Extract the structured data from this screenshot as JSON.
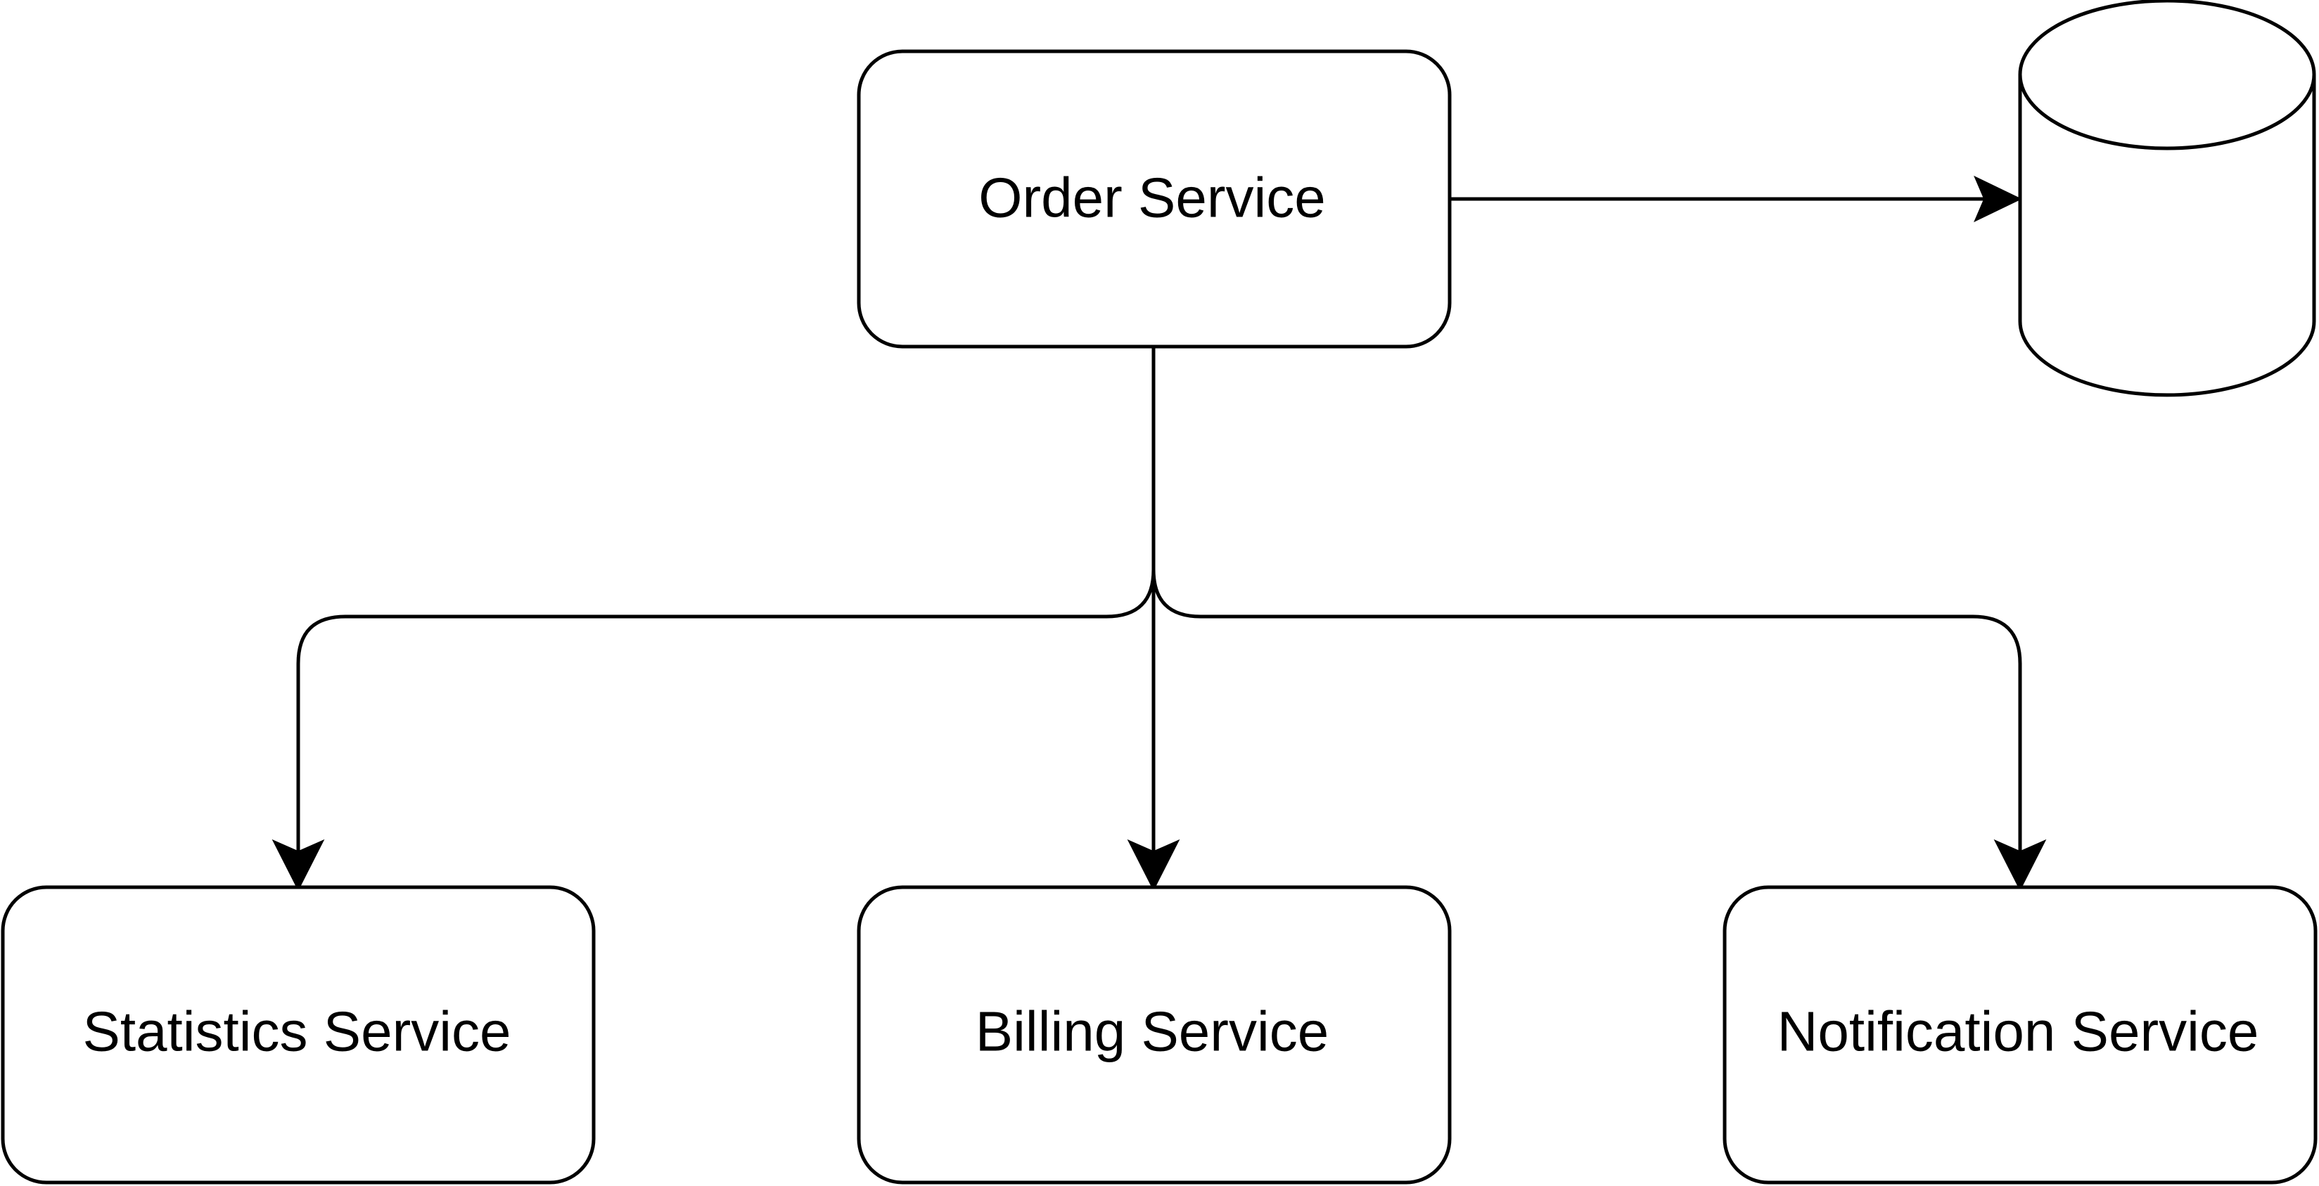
{
  "diagram": {
    "colors": {
      "stroke": "#000000",
      "fill": "#ffffff",
      "text": "#000000"
    },
    "nodes": {
      "order": {
        "label": "Order Service"
      },
      "statistics": {
        "label": "Statistics Service"
      },
      "billing": {
        "label": "Billing Service"
      },
      "notification": {
        "label": "Notification Service"
      },
      "database": {
        "shape": "cylinder",
        "label": ""
      }
    },
    "edges": [
      {
        "from": "order",
        "to": "database"
      },
      {
        "from": "order",
        "to": "statistics"
      },
      {
        "from": "order",
        "to": "billing"
      },
      {
        "from": "order",
        "to": "notification"
      }
    ]
  }
}
